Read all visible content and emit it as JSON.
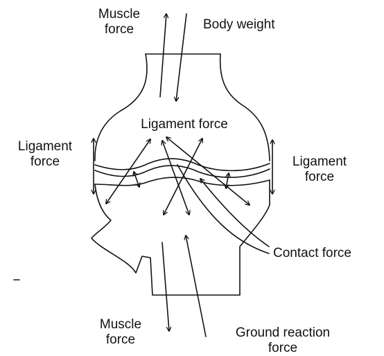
{
  "labels": {
    "muscle_force_top": "Muscle\nforce",
    "body_weight": "Body weight",
    "ligament_force_middle": "Ligament force",
    "ligament_force_left": "Ligament\nforce",
    "ligament_force_right": "Ligament\nforce",
    "contact_force": "Contact force",
    "muscle_force_bottom": "Muscle\nforce",
    "ground_reaction_force": "Ground reaction\nforce"
  },
  "colors": {
    "stroke": "#111111",
    "background": "#ffffff"
  }
}
